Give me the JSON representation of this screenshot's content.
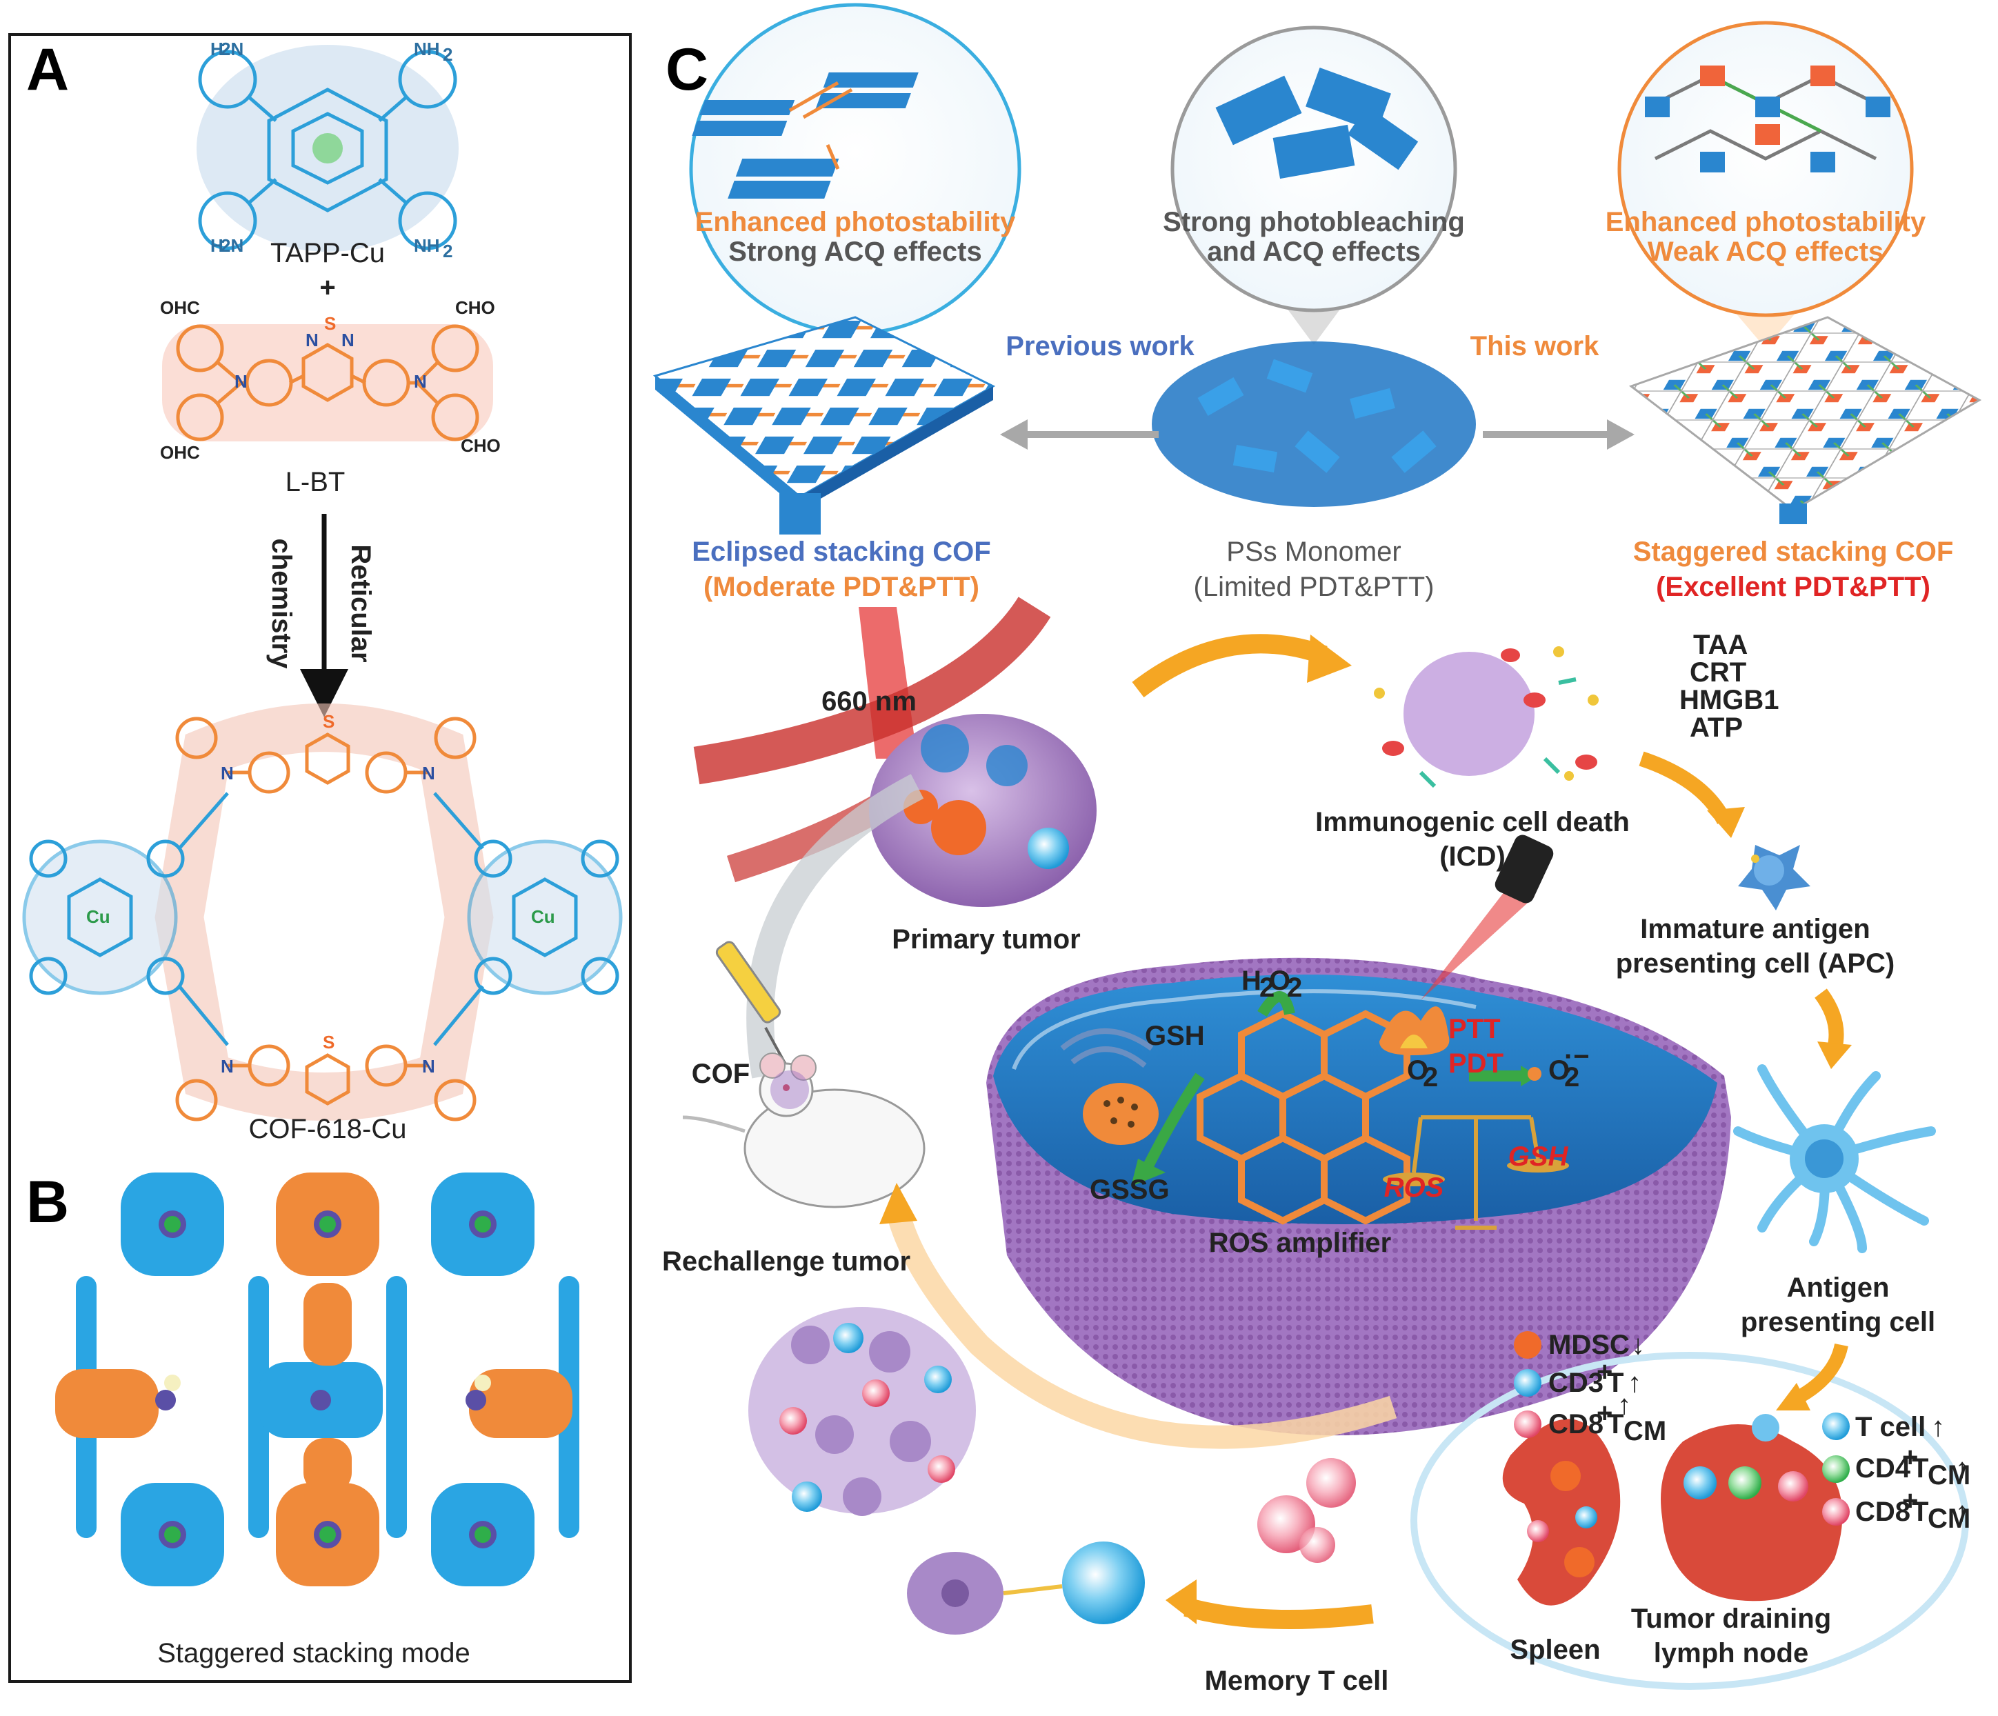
{
  "panels": {
    "a": {
      "letter": "A",
      "tapp_label": "TAPP-Cu",
      "plus": "+",
      "lbt_label": "L-BT",
      "arrow_label_1": "Reticular",
      "arrow_label_2": "chemistry",
      "cof_label": "COF-618-Cu",
      "nh2": "NH",
      "h2n": "H",
      "ohc": "OHC",
      "cho": "CHO",
      "cu": "Cu",
      "s": "S",
      "n": "N"
    },
    "b": {
      "letter": "B",
      "caption": "Staggered stacking mode"
    },
    "c": {
      "letter": "C",
      "bubble_left_1": "Enhanced photostability",
      "bubble_left_2": "Strong ACQ effects",
      "bubble_mid_1": "Strong photobleaching",
      "bubble_mid_2": "and ACQ effects",
      "bubble_right_1": "Enhanced photostability",
      "bubble_right_2": "Weak ACQ effects",
      "previous_work": "Previous work",
      "this_work": "This work",
      "eclipsed_1": "Eclipsed stacking COF",
      "eclipsed_2": "(Moderate PDT&PTT)",
      "monomer_1": "PSs Monomer",
      "monomer_2": "(Limited PDT&PTT)",
      "staggered_1": "Staggered stacking COF",
      "staggered_2": "(Excellent  PDT&PTT)",
      "wavelength": "660 nm",
      "primary_tumor": "Primary tumor",
      "icd_1": "Immunogenic cell death",
      "icd_2": "(ICD)",
      "taa": "TAA",
      "crt": "CRT",
      "hmgb1": "HMGB1",
      "atp": "ATP",
      "immature_1": "Immature antigen",
      "immature_2": "presenting cell (APC)",
      "apc_1": "Antigen",
      "apc_2": "presenting cell",
      "cof": "COF",
      "h2o2": "H",
      "gsh": "GSH",
      "gssg": "GSSG",
      "ptt": "PTT",
      "pdt": "PDT",
      "o2": "O",
      "o2_radical": "O",
      "ros_amplifier": "ROS amplifier",
      "scale_ros": "ROS",
      "scale_gsh": "GSH",
      "rechallenge": "Rechallenge tumor",
      "mdsc": "MDSC",
      "cd3t": "CD3",
      "cd8t_left": "CD8",
      "t_cell": "T cell",
      "cd4t": "CD4",
      "cd8t_right": "CD8",
      "spleen": "Spleen",
      "tdln_1": "Tumor draining",
      "tdln_2": "lymph node",
      "memory_t": "Memory T cell",
      "t_suffix": "T",
      "cm": "CM",
      "sub2": "2",
      "plus_sup": "+",
      "radical_sup": "·−"
    }
  },
  "colors": {
    "cyan": "#2c9fd9",
    "orange": "#f08a3a",
    "red": "#e02424",
    "blue_text": "#4a6fbf",
    "purple": "#9b6fc0",
    "green_arrow": "#3aa845",
    "orange_arrow": "#f5a623"
  }
}
